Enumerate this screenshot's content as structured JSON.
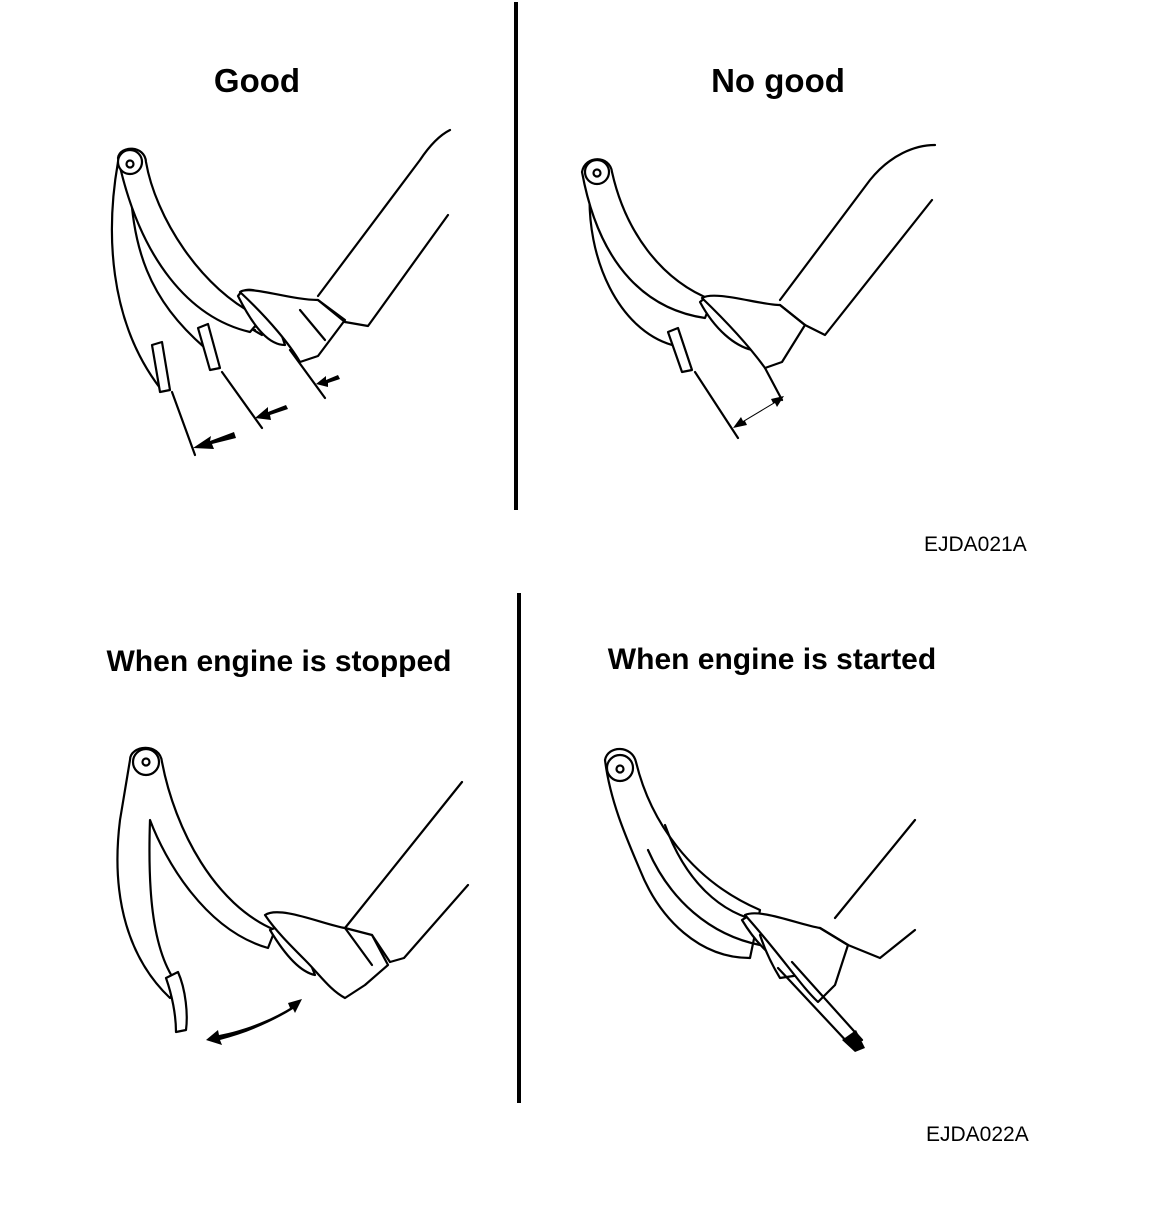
{
  "figure_top": {
    "left_label": "Good",
    "right_label": "No good",
    "code": "EJDA021A"
  },
  "figure_bottom": {
    "left_label": "When engine is stopped",
    "right_label": "When engine is started",
    "code": "EJDA022A"
  }
}
